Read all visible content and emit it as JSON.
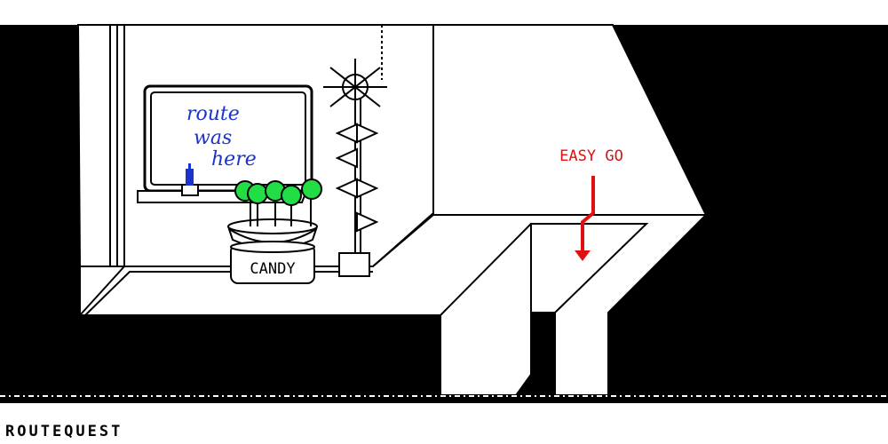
{
  "game": {
    "title": "ROUTEQUEST"
  },
  "scene": {
    "whiteboard": {
      "lines": [
        "route",
        "was",
        "here"
      ],
      "ink_color": "#1a33cc"
    },
    "candy_jar": {
      "label": "CANDY",
      "lollipop_color": "#22dd44"
    },
    "sign": {
      "text": "EASY GO",
      "color": "#e01010"
    },
    "colors": {
      "wall": "#ffffff",
      "void": "#000000",
      "line": "#000000",
      "candle": "#1a33cc"
    }
  }
}
